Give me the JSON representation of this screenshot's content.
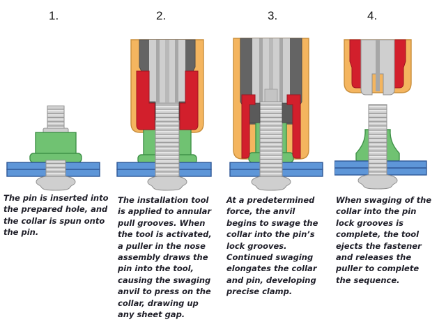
{
  "colors": {
    "background": "#FFFFFF",
    "tool_body": "#F4B55F",
    "tool_body_edge": "#C98E3B",
    "anvil": "#D21F2C",
    "anvil_edge": "#9E1520",
    "jaws": "#646464",
    "pin": "#CFCFCF",
    "pin_edge": "#8F8F8F",
    "collar": "#70C272",
    "collar_edge": "#3F9148",
    "plate": "#5E96D8",
    "plate_edge": "#2F5796",
    "caption_text": "#1E1E28",
    "number_text": "#151515"
  },
  "panels": [
    {
      "number": "1.",
      "illustration": "pin-inserted-collar-spun",
      "caption": "The pin is inserted into\nthe prepared hole, and\nthe collar is spun onto\nthe pin."
    },
    {
      "number": "2.",
      "illustration": "installation-tool-applied",
      "caption": "The installation tool\nis applied to annular\npull grooves. When\nthe tool is activated,\na puller in the nose\nassembly draws the\npin into the tool,\ncausing the swaging\nanvil to press on the\ncollar, drawing up\nany sheet gap."
    },
    {
      "number": "3.",
      "illustration": "anvil-swages-collar",
      "caption": "At a predetermined\nforce, the anvil\nbegins to swage the\ncollar into the pin’s\nlock grooves.\nContinued swaging\nelongates the collar\nand pin, developing\nprecise clamp."
    },
    {
      "number": "4.",
      "illustration": "tool-ejects-fastener",
      "caption": "When swaging of the\ncollar into the pin\nlock grooves is\ncomplete, the tool\nejects the fastener\nand releases the\npuller to complete\nthe sequence."
    }
  ]
}
